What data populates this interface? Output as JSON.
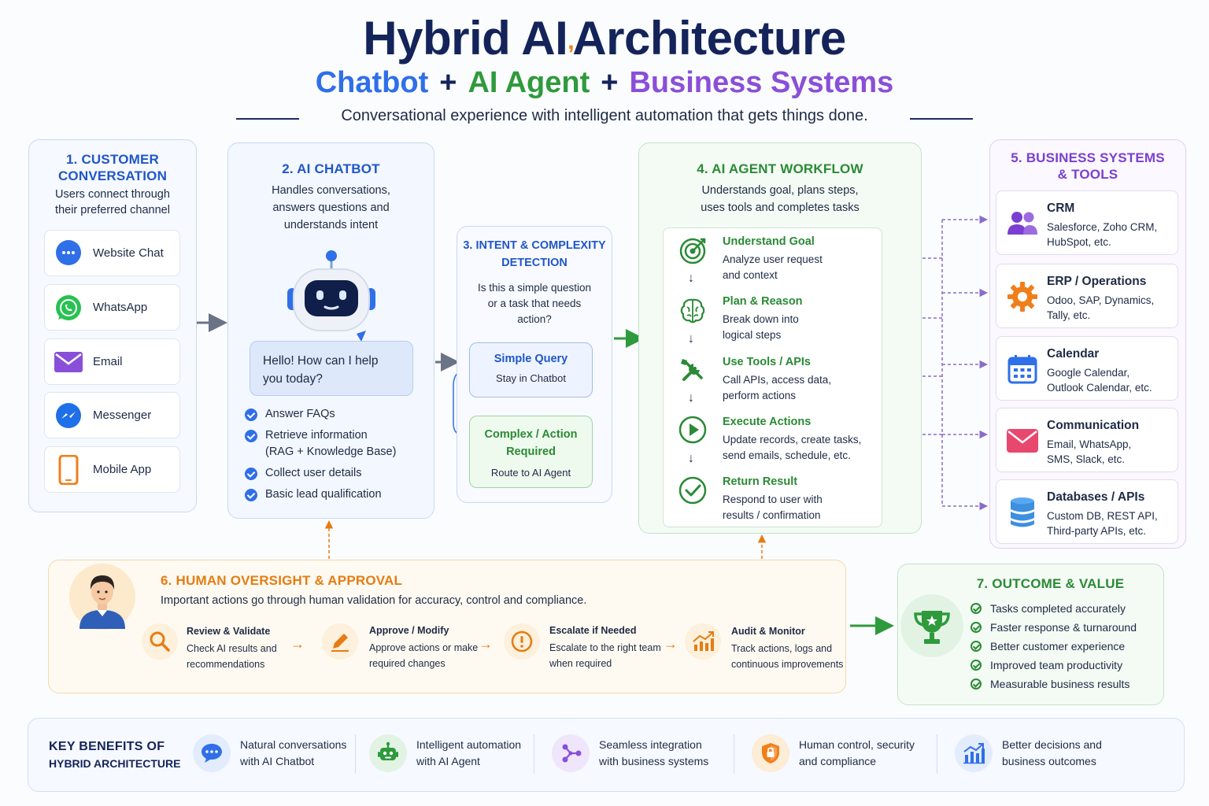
{
  "header": {
    "title_part1": "Hybrid AI",
    "title_part2": "Architecture",
    "sub_chatbot": "Chatbot",
    "sub_plus": "+",
    "sub_agent": "AI Agent",
    "sub_business": "Business Systems",
    "tagline": "Conversational experience with intelligent automation that gets things done."
  },
  "customer": {
    "title_line1": "1. CUSTOMER",
    "title_line2": "CONVERSATION",
    "desc_line1": "Users connect through",
    "desc_line2": "their preferred channel",
    "channels": [
      {
        "label": "Website Chat",
        "icon": "chat-bubble-icon"
      },
      {
        "label": "WhatsApp",
        "icon": "whatsapp-icon"
      },
      {
        "label": "Email",
        "icon": "email-icon"
      },
      {
        "label": "Messenger",
        "icon": "messenger-icon"
      },
      {
        "label": "Mobile App",
        "icon": "mobile-icon"
      }
    ]
  },
  "chatbot": {
    "title": "2. AI CHATBOT",
    "desc_line1": "Handles conversations,",
    "desc_line2": "answers questions and",
    "desc_line3": "understands intent",
    "bubble": "Hello! How can I help you today?",
    "checks": [
      {
        "line1": "Answer FAQs",
        "line2": ""
      },
      {
        "line1": "Retrieve information",
        "line2": "(RAG + Knowledge Base)"
      },
      {
        "line1": "Collect user details",
        "line2": ""
      },
      {
        "line1": "Basic lead qualification",
        "line2": ""
      }
    ]
  },
  "intent": {
    "title_line1": "3. INTENT & COMPLEXITY",
    "title_line2": "DETECTION",
    "question_line1": "Is this a simple question",
    "question_line2": "or a task that needs",
    "question_line3": "action?",
    "simple_title": "Simple Query",
    "simple_desc": "Stay in Chatbot",
    "complex_title_line1": "Complex / Action",
    "complex_title_line2": "Required",
    "complex_desc": "Route to AI Agent"
  },
  "agent": {
    "title": "4. AI AGENT WORKFLOW",
    "desc_line1": "Understands goal, plans steps,",
    "desc_line2": "uses tools and completes tasks",
    "arrow_glyph": "↓",
    "steps": [
      {
        "title": "Understand Goal",
        "line1": "Analyze user request",
        "line2": "and context",
        "icon": "target-icon"
      },
      {
        "title": "Plan & Reason",
        "line1": "Break down into",
        "line2": "logical steps",
        "icon": "brain-icon"
      },
      {
        "title": "Use Tools / APIs",
        "line1": "Call APIs, access data,",
        "line2": "perform actions",
        "icon": "tools-icon"
      },
      {
        "title": "Execute Actions",
        "line1": "Update records, create tasks,",
        "line2": "send emails, schedule, etc.",
        "icon": "play-icon"
      },
      {
        "title": "Return Result",
        "line1": "Respond to user with",
        "line2": "results / confirmation",
        "icon": "check-circle-icon"
      }
    ]
  },
  "business": {
    "title_line1": "5. BUSINESS SYSTEMS",
    "title_line2": "& TOOLS",
    "systems": [
      {
        "title": "CRM",
        "line1": "Salesforce, Zoho CRM,",
        "line2": "HubSpot, etc.",
        "icon": "users-icon"
      },
      {
        "title": "ERP / Operations",
        "line1": "Odoo, SAP, Dynamics,",
        "line2": "Tally, etc.",
        "icon": "gear-icon"
      },
      {
        "title": "Calendar",
        "line1": "Google Calendar,",
        "line2": "Outlook Calendar, etc.",
        "icon": "calendar-icon"
      },
      {
        "title": "Communication",
        "line1": "Email, WhatsApp,",
        "line2": "SMS, Slack, etc.",
        "icon": "envelope-icon"
      },
      {
        "title": "Databases / APIs",
        "line1": "Custom DB, REST API,",
        "line2": "Third-party APIs, etc.",
        "icon": "database-icon"
      }
    ]
  },
  "oversight": {
    "title": "6. HUMAN OVERSIGHT & APPROVAL",
    "desc": "Important actions go through human validation for accuracy, control and compliance.",
    "arrow_glyph": "→",
    "items": [
      {
        "title": "Review & Validate",
        "line1": "Check AI results and",
        "line2": "recommendations",
        "icon": "magnifier-icon"
      },
      {
        "title": "Approve / Modify",
        "line1": "Approve actions or make",
        "line2": "required changes",
        "icon": "pencil-icon"
      },
      {
        "title": "Escalate if Needed",
        "line1": "Escalate to the right team",
        "line2": "when required",
        "icon": "alert-icon"
      },
      {
        "title": "Audit & Monitor",
        "line1": "Track actions, logs and",
        "line2": "continuous improvements",
        "icon": "chart-up-icon"
      }
    ]
  },
  "outcome": {
    "title": "7. OUTCOME & VALUE",
    "items": [
      "Tasks completed accurately",
      "Faster response & turnaround",
      "Better customer experience",
      "Improved team productivity",
      "Measurable business results"
    ]
  },
  "benefits": {
    "title_line1": "KEY BENEFITS OF",
    "title_line2": "HYBRID ARCHITECTURE",
    "items": [
      {
        "line1": "Natural conversations",
        "line2": "with AI Chatbot",
        "icon": "chat-icon"
      },
      {
        "line1": "Intelligent automation",
        "line2": "with AI Agent",
        "icon": "robot-icon"
      },
      {
        "line1": "Seamless integration",
        "line2": "with business systems",
        "icon": "network-icon"
      },
      {
        "line1": "Human control, security",
        "line2": "and compliance",
        "icon": "shield-icon"
      },
      {
        "line1": "Better decisions and",
        "line2": "business outcomes",
        "icon": "bar-chart-icon"
      }
    ]
  },
  "colors": {
    "navy": "#14245a",
    "blue": "#2f6fe8",
    "green": "#2f9a3c",
    "purple": "#8a4fd8",
    "orange": "#e57c12"
  }
}
